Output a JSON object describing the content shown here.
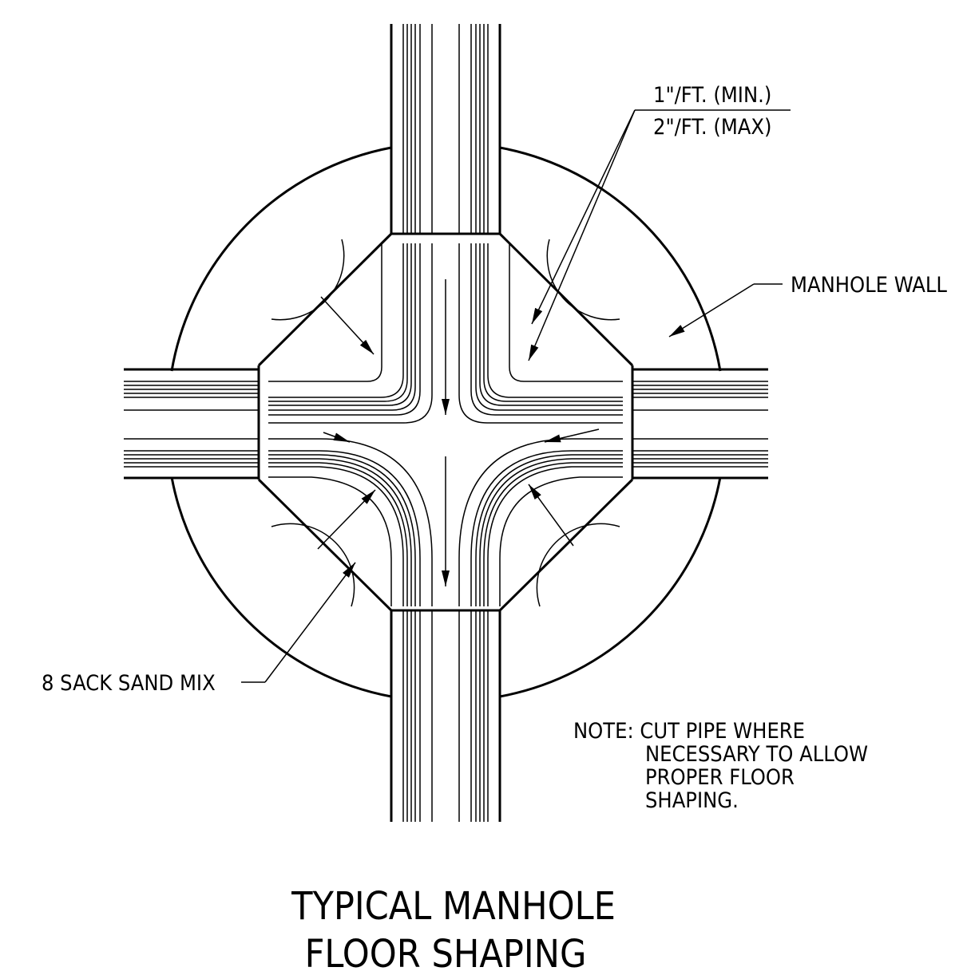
{
  "labels": {
    "slope_min": "1\"/FT. (MIN.)",
    "slope_max": "2\"/FT. (MAX)",
    "manhole_wall": "MANHOLE WALL",
    "sand_mix": "8 SACK SAND MIX",
    "note_lines": [
      "NOTE: CUT PIPE WHERE",
      "NECESSARY TO ALLOW",
      "PROPER FLOOR",
      "SHAPING."
    ]
  },
  "title": {
    "line1": "TYPICAL MANHOLE",
    "line2": "FLOOR SHAPING"
  },
  "colors": {
    "ink": "#000000",
    "paper": "#ffffff"
  }
}
